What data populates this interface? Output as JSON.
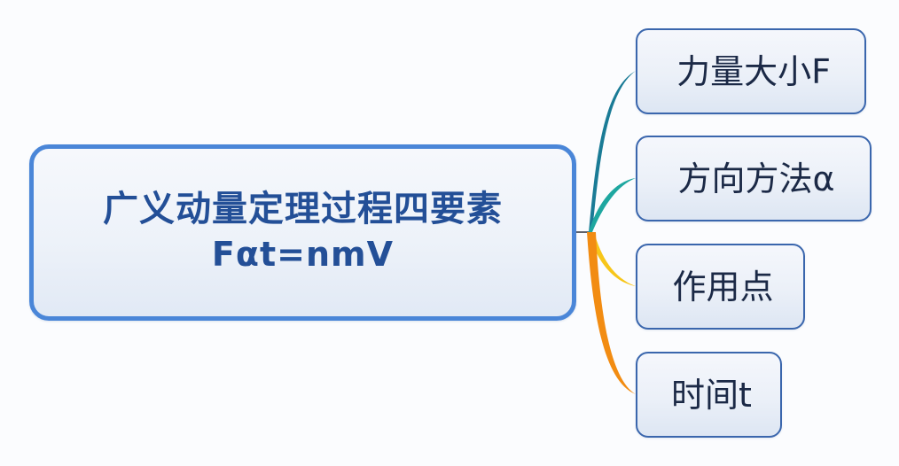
{
  "diagram": {
    "type": "mind-map",
    "root": {
      "title": "广义动量定理过程四要素",
      "formula": "Fαt=nmV",
      "border_color": "#4a86d8",
      "text_color": "#234f97"
    },
    "children": [
      {
        "label": "力量大小F",
        "branch_color": "#1a7b96"
      },
      {
        "label": "方向方法α",
        "branch_color": "#1ea7a0"
      },
      {
        "label": "作用点",
        "branch_color": "#f7c61a"
      },
      {
        "label": "时间t",
        "branch_color": "#f28c12"
      }
    ],
    "child_border_color": "#3a66ad",
    "child_text_color": "#1b2946"
  }
}
